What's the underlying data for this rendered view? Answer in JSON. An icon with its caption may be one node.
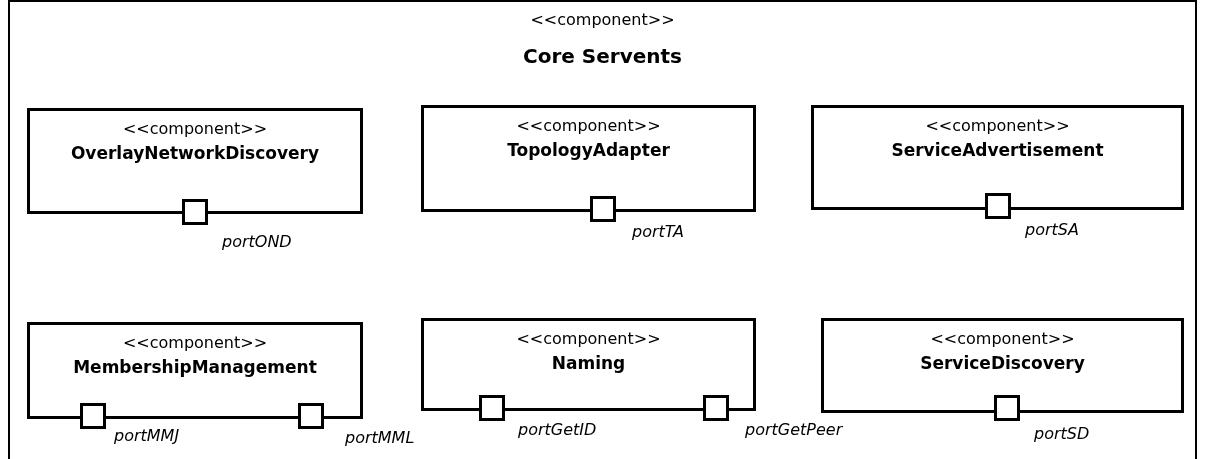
{
  "diagram": {
    "nodes": [
      {
        "text": [
          "<<component>>",
          "Core Servents"
        ]
      },
      {
        "text": [
          "<<component>>",
          "OverlayNetworkDiscovery"
        ],
        "in": 0
      },
      {
        "text": [
          "<<component>>",
          "TopologyAdapter"
        ],
        "in": 0
      },
      {
        "text": [
          "<<component>>",
          "ServiceAdvertisement"
        ],
        "in": 0
      },
      {
        "text": [
          "<<component>>",
          "MembershipManagement"
        ],
        "in": 0
      },
      {
        "text": [
          "<<component>>",
          "Naming"
        ],
        "in": 0
      },
      {
        "text": [
          "<<component>>",
          "ServiceDiscovery"
        ],
        "in": 0
      },
      {
        "text": [],
        "shape": "box",
        "in": 0,
        "beside": [
          "portOND"
        ]
      },
      {
        "text": [],
        "shape": "box",
        "in": 0,
        "beside": [
          "portTA"
        ]
      },
      {
        "text": [],
        "shape": "box",
        "in": 0,
        "beside": [
          "portSA"
        ]
      },
      {
        "text": [],
        "shape": "box",
        "in": 0,
        "beside": [
          "portMMJ"
        ]
      },
      {
        "text": [],
        "shape": "box",
        "in": 0,
        "beside": [
          "portMML"
        ]
      },
      {
        "text": [],
        "shape": "box",
        "in": 0,
        "beside": [
          "portGetID"
        ]
      },
      {
        "text": [],
        "shape": "box",
        "in": 0,
        "beside": [
          "portGetPeer"
        ]
      },
      {
        "text": [],
        "shape": "box",
        "in": 0,
        "beside": [
          "portSD"
        ]
      }
    ]
  }
}
